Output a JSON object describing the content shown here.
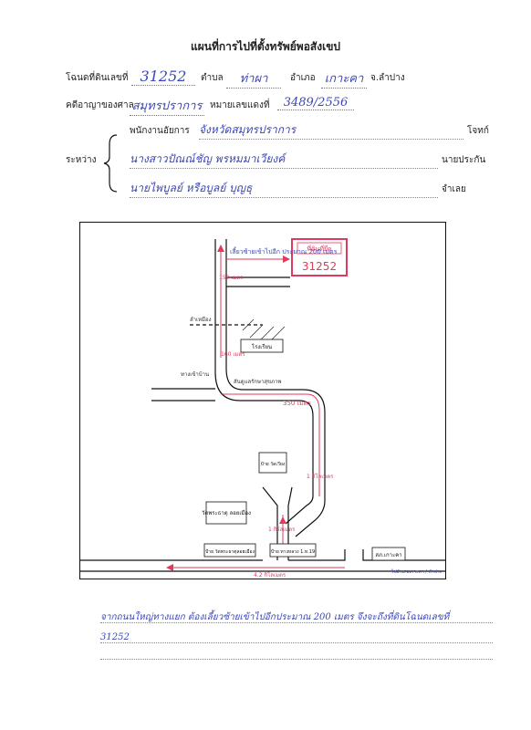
{
  "title": "แผนที่การไปที่ตั้งทรัพย์พอสังเขป",
  "header": {
    "deed_label": "โฉนดที่ดินเลขที่",
    "deed_no": "31252",
    "tambon_label": "ตำบล",
    "tambon": "ท่าผา",
    "amphoe_label": "อำเภอ",
    "amphoe": "เกาะคา",
    "province": "จ.ลำปาง",
    "case_label": "คดีอาญาของศาล",
    "court": "สมุทรปราการ",
    "case_no_label": "หมายเลขแดงที่",
    "case_no": "3489/2556"
  },
  "parties": {
    "between_label": "ระหว่าง",
    "plaintiff_prefix": "พนักงานอัยการ",
    "plaintiff": "จังหวัดสมุทรปราการ",
    "plaintiff_role": "โจทก์",
    "guarantor": "นางสาวปัณณ์ชัญ พรหมมาเวียงค์",
    "guarantor_role": "นายประกัน",
    "defendant": "นายไพบูลย์ หรือบูลย์ บุญธุ",
    "defendant_role": "จำเลย"
  },
  "map": {
    "to_land": "เลี้ยวซ้ายเข้าไปอีก ประมาณ 200 เมตร",
    "land_label": "ที่ดินที่ยึด",
    "land_no": "31252",
    "dist_150": "150 เมตร",
    "canal": "ลำเหมือง",
    "school": "โรงเรียน",
    "dist_160": "160 เมตร",
    "way_home": "ทางเข้าบ้าน",
    "health": "สันดูแลรักษาสุขภาพ",
    "dist_350": "350 เมตร",
    "sign_top": "ป้าย วัดเวียง",
    "dist_1km_b": "1 กิโลเมตร",
    "temple": "วัดพระธาตุ ลอยเมือง",
    "dist_1km_a": "1 กิโลเมตร",
    "sign_temple": "ป้าย วัดพระธาตุลอยเมือง",
    "sign_road": "ป้าย ทางหลวง 1.ท.19",
    "dist_4_2": "4.2 กิโลเมตร",
    "police": "สภ.เกาะคา",
    "to_district": "ไปอำเภอเกาะคา / ลำปาง"
  },
  "note": {
    "line1": "จากถนนใหญ่ทางแยก ต้องเลี้ยวซ้ายเข้าไปอีกประมาณ 200 เมตร จึงจะถึงที่ดินโฉนดเลขที่",
    "line2": "31252"
  },
  "colors": {
    "ink": "#3b47b8",
    "red": "#e23a5c",
    "black": "#111111"
  }
}
